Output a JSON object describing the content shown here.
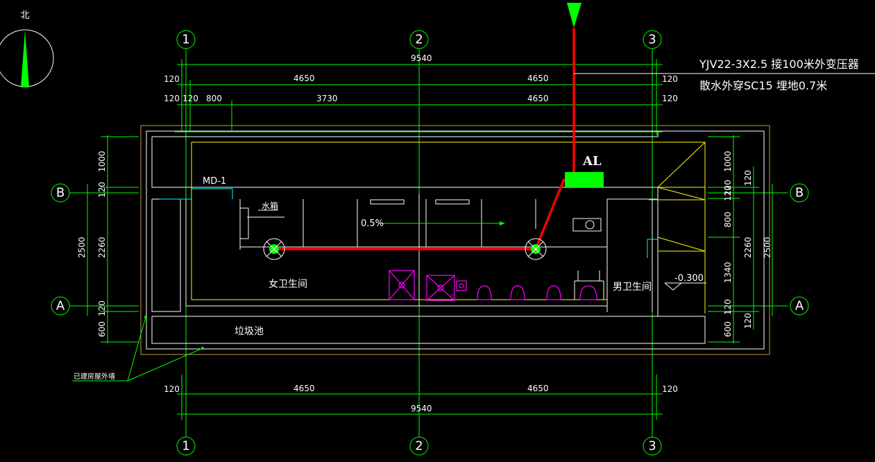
{
  "north_label": "北",
  "axes": {
    "columns": [
      "1",
      "2",
      "3"
    ],
    "rows": [
      "B",
      "A"
    ]
  },
  "dims_top": {
    "total": "9540",
    "row1": {
      "left": "120",
      "a": "4650",
      "b": "4650",
      "right": "120"
    },
    "row2": {
      "l1": "120",
      "l2": "120",
      "l3": "800",
      "a": "3730",
      "b": "4650",
      "right": "120"
    }
  },
  "dims_bottom": {
    "total": "9540",
    "left": "120",
    "a": "4650",
    "b": "4650",
    "right": "120"
  },
  "dims_left": {
    "outer": "2500",
    "a": "1000",
    "b": "120",
    "c": "2260",
    "d": "120",
    "e": "600"
  },
  "dims_right": {
    "outer": "2500",
    "a": "1000",
    "b": "120",
    "c": "120",
    "d": "800",
    "e": "2260",
    "f": "1340",
    "g": "120",
    "h": "120",
    "i": "600"
  },
  "notes": {
    "cable_line1": "YJV22-3X2.5 接100米外变压器",
    "cable_line2": "散水外穿SC15 埋地0.7米"
  },
  "labels": {
    "panel": "AL",
    "door": "MD-1",
    "tank": "水箱",
    "slope": "0.5%",
    "female_wc": "女卫生间",
    "male_wc": "男卫生间",
    "level": "-0.300",
    "garbage": "垃圾池",
    "existing_wall": "已建房屋外墙"
  },
  "colors": {
    "axis": "#00ff00",
    "cable": "#ff0000",
    "fixture": "#ff00ff",
    "panel": "#00ff00"
  }
}
